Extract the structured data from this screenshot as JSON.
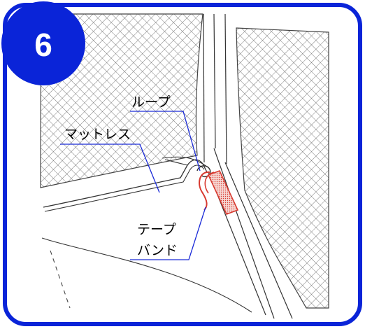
{
  "step": {
    "number": "6"
  },
  "labels": {
    "loop": "ループ",
    "mattress": "マットレス",
    "tape_line1": "テープ",
    "tape_line2": "バンド"
  },
  "colors": {
    "frame": "#0a24d8",
    "leader": "#1a2ad8",
    "band": "#e0302a",
    "line": "#333333"
  }
}
